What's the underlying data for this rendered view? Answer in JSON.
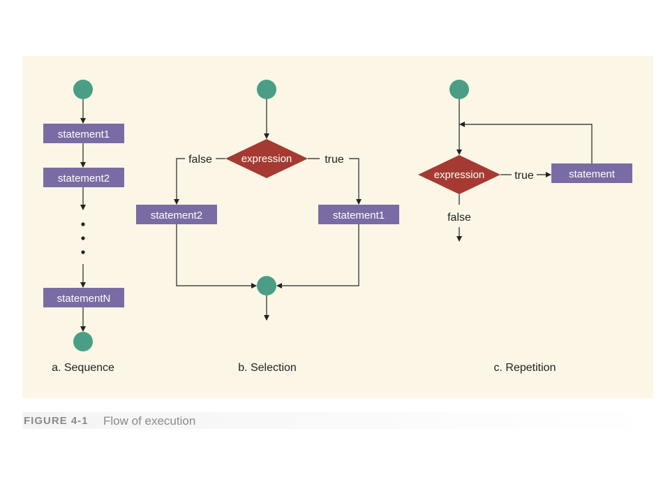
{
  "figure": {
    "label": "FIGURE 4-1",
    "title": "Flow of execution"
  },
  "colors": {
    "node": "#4a9e86",
    "statement": "#7b6ba4",
    "decision": "#a53a32",
    "background": "#fbf6e6",
    "line": "#222222"
  },
  "sequence": {
    "caption": "a. Sequence",
    "statements": [
      "statement1",
      "statement2",
      "statementN"
    ]
  },
  "selection": {
    "caption": "b. Selection",
    "condition": "expression",
    "false_label": "false",
    "true_label": "true",
    "false_statement": "statement2",
    "true_statement": "statement1"
  },
  "repetition": {
    "caption": "c. Repetition",
    "condition": "expression",
    "true_label": "true",
    "false_label": "false",
    "statement": "statement"
  }
}
